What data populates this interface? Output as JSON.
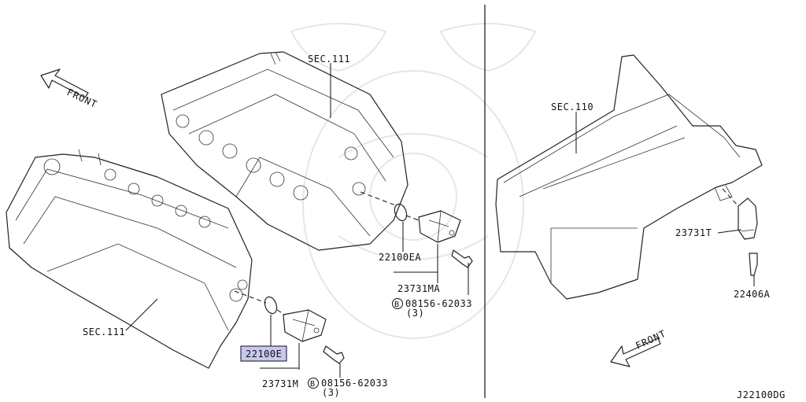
{
  "labels": {
    "sec111_top": "SEC.111",
    "sec111_bottom": "SEC.111",
    "sec110": "SEC.110",
    "front_left": "FRONT",
    "front_right": "FRONT",
    "p22100EA": "22100EA",
    "p23731MA": "23731MA",
    "bolt_upper_code": "08156-62033",
    "bolt_upper_qty": "(3)",
    "p22100E": "22100E",
    "p23731M": "23731M",
    "bolt_lower_code": "08156-62033",
    "bolt_lower_qty": "(3)",
    "p23731T": "23731T",
    "p22406A": "22406A",
    "bolt_symbol": "B",
    "diagram_id": "J22100DG"
  },
  "colors": {
    "highlight_fill": "#c8c8ee",
    "line": "#222222"
  }
}
